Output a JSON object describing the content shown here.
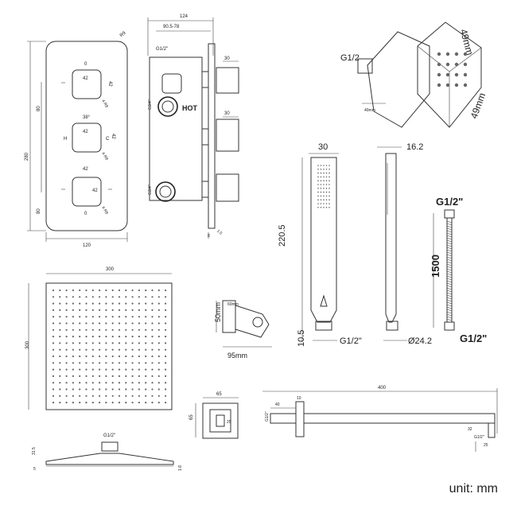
{
  "unit_label": "unit: mm",
  "valve_plate": {
    "width": "120",
    "height": "280",
    "dim_80_top": "80",
    "dim_80_bottom": "80",
    "corner_radius": "R9",
    "knob_top_label": "0",
    "knob_top_w": "42",
    "knob_top_h": "42",
    "knob_top_r": "4-R8",
    "knob_mid_angle": "38°",
    "knob_mid_w": "42",
    "knob_mid_h": "42",
    "knob_mid_r": "4-R8",
    "knob_mid_hot": "H",
    "knob_mid_cold": "C",
    "knob_bot_w": "42",
    "knob_bot_h": "42",
    "knob_bot_r": "4-R8",
    "knob_bot_label": "0"
  },
  "valve_body": {
    "total_width": "124",
    "depth_range": "90.5-78",
    "inlet": "G1/2\"",
    "outlet_top": "G3/4\"",
    "outlet_bottom": "G3/4\"",
    "hot_label": "HOT",
    "spindle_top": "30",
    "spindle_mid": "30",
    "plate_thickness": "8",
    "plate_gap": "1.5"
  },
  "wall_elbow_iso": {
    "thread": "G1/2",
    "offset": "40mm",
    "size_a": "49mm",
    "size_b": "49mm"
  },
  "hand_shower_front": {
    "width": "30",
    "length": "220.5",
    "thread_len": "10.5",
    "thread": "G1/2\""
  },
  "hand_shower_side": {
    "depth": "16.2",
    "diameter": "Ø24.2"
  },
  "hose": {
    "thread_top": "G1/2\"",
    "length": "1500",
    "thread_bottom": "G1/2\""
  },
  "rain_head_top": {
    "width": "300",
    "height": "300"
  },
  "rain_head_side": {
    "thread": "G1/2\"",
    "height": "31.5",
    "edge": "5",
    "thickness": "1.8"
  },
  "bracket": {
    "width": "60mm",
    "height": "50mm",
    "depth": "95mm"
  },
  "wall_outlet": {
    "width": "65",
    "height": "65",
    "inner": "25"
  },
  "shower_arm": {
    "length": "400",
    "flange_gap": "10",
    "arm_start": "40",
    "thread_in": "G1/2\"",
    "thread_out": "G1/2\"",
    "end_size": "32",
    "end_depth": "25"
  }
}
